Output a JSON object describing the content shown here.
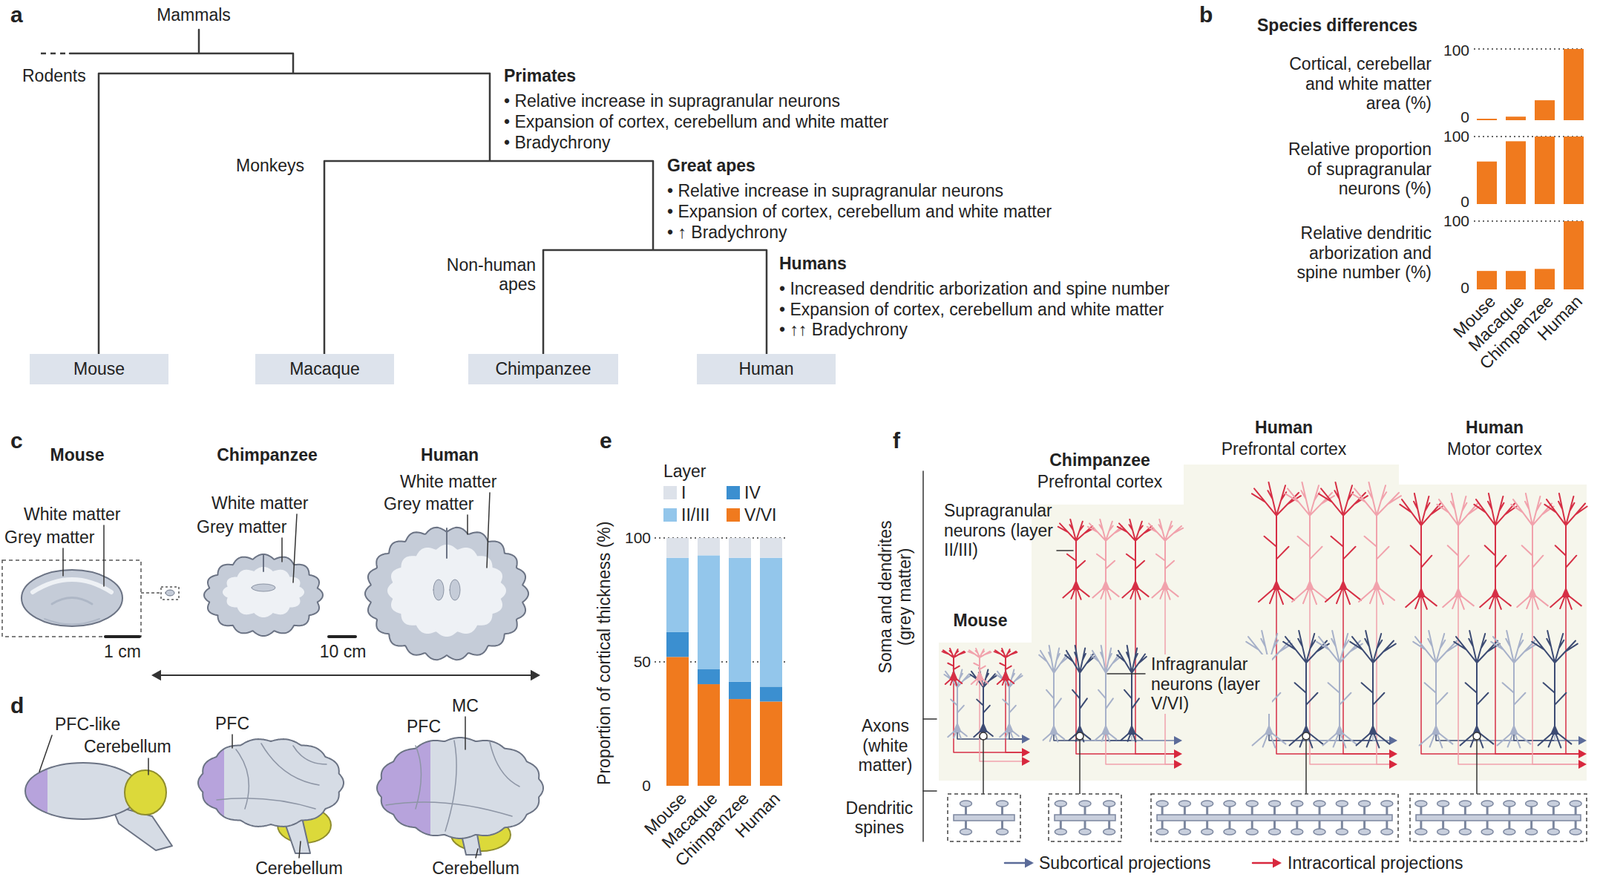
{
  "diagram": {
    "nodes": [
      {
        "text": [
          "Mouse"
        ]
      },
      {
        "text": [
          "Macaque"
        ]
      },
      {
        "text": [
          "Chimpanzee"
        ]
      },
      {
        "text": [
          "Human"
        ]
      }
    ],
    "labels": [
      "a",
      "Mammals",
      "Rodents",
      "Primates",
      "• Relative increase in supragranular neurons",
      "• Expansion of cortex, cerebellum and white matter",
      "• Bradychrony",
      "Monkeys",
      "Great apes",
      "• Relative increase in supragranular neurons",
      "• Expansion of cortex, cerebellum and white matter",
      "• ↑ Bradychrony",
      "Non-human apes",
      "Humans",
      "• Increased dendritic arborization and spine number",
      "• Expansion of cortex, cerebellum and white matter",
      "• ↑↑ Bradychrony",
      "b",
      "Species differences",
      "Cortical, cerebellar and white matter area (%)",
      "100",
      "0",
      "Relative proportion of supragranular neurons (%)",
      "100",
      "0",
      "Relative dendritic arborization and spine number (%)",
      "100",
      "0",
      "Mouse",
      "Macaque",
      "Chimpanzee",
      "Human",
      "c",
      "Mouse",
      "Chimpanzee",
      "Human",
      "White matter",
      "Grey matter",
      "1 cm",
      "White matter",
      "Grey matter",
      "10 cm",
      "White matter",
      "Grey matter",
      "d",
      "PFC-like",
      "Cerebellum",
      "PFC",
      "Cerebellum",
      "MC",
      "PFC",
      "Cerebellum",
      "e",
      "Layer",
      "Proportion of cortical thickness (%)",
      "100",
      "50",
      "0",
      "Mouse",
      "Macaque",
      "Chimpanzee",
      "Human",
      "f",
      "Chimpanzee",
      "Prefrontal cortex",
      "Human",
      "Prefrontal cortex",
      "Human",
      "Motor cortex",
      "Soma and dendrites (grey matter)",
      "Mouse",
      "Supragranular neurons (layer II/III)",
      "Infragranular neurons (layer V/VI)",
      "Axons (white matter)",
      "Dendritic spines"
    ],
    "legend": [
      {
        "text": "I",
        "color": "#dde2ea"
      },
      {
        "text": "IV",
        "color": "#3b8fd0"
      },
      {
        "text": "II/III",
        "color": "#93c6eb"
      },
      {
        "text": "V/VI",
        "color": "#f07a1e"
      },
      {
        "text": "Subcortical projections"
      },
      {
        "text": "Intracortical projections"
      }
    ]
  }
}
